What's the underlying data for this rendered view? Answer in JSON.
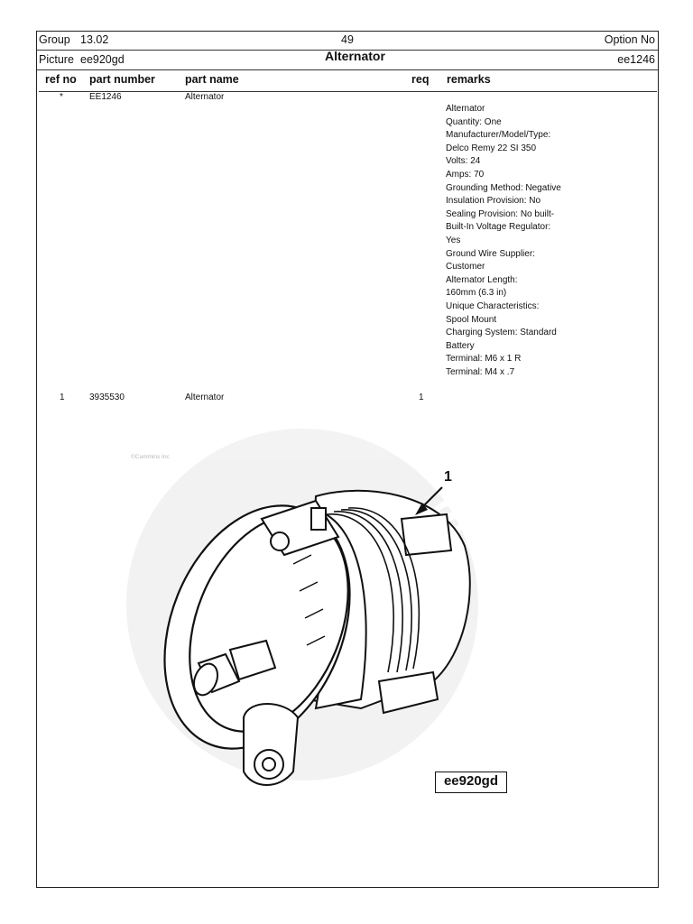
{
  "header": {
    "group_label": "Group",
    "group_value": "13.02",
    "page_number": "49",
    "option_label": "Option No",
    "picture_label": "Picture",
    "picture_value": "ee920gd",
    "title": "Alternator",
    "option_value": "ee1246"
  },
  "columns": {
    "ref_no": "ref no",
    "part_number": "part number",
    "part_name": "part name",
    "req": "req",
    "remarks": "remarks"
  },
  "rows": [
    {
      "ref": "*",
      "part_number": "EE1246",
      "part_name": "Alternator",
      "req": "",
      "remarks": [
        "Alternator",
        "Quantity:  One",
        "Manufacturer/Model/Type:",
        "Delco Remy 22 SI 350",
        "Volts:  24",
        "Amps:  70",
        "Grounding Method:  Negative",
        "Insulation Provision:  No",
        "Sealing Provision:  No built-",
        "Built-In Voltage Regulator:",
        "Yes",
        "Ground Wire Supplier:",
        "Customer",
        "Alternator Length:",
        "160mm (6.3 in)",
        "Unique Characteristics:",
        "Spool Mount",
        "Charging System:  Standard",
        "Battery",
        "Terminal:  M6 x 1 R",
        "Terminal:  M4 x .7"
      ]
    },
    {
      "ref": "1",
      "part_number": "3935530",
      "part_name": "Alternator",
      "req": "1",
      "remarks": []
    }
  ],
  "illustration": {
    "copyright": "©Cummins Inc",
    "callout": "1",
    "picture_code": "ee920gd",
    "watermark_text": "Cummins"
  }
}
